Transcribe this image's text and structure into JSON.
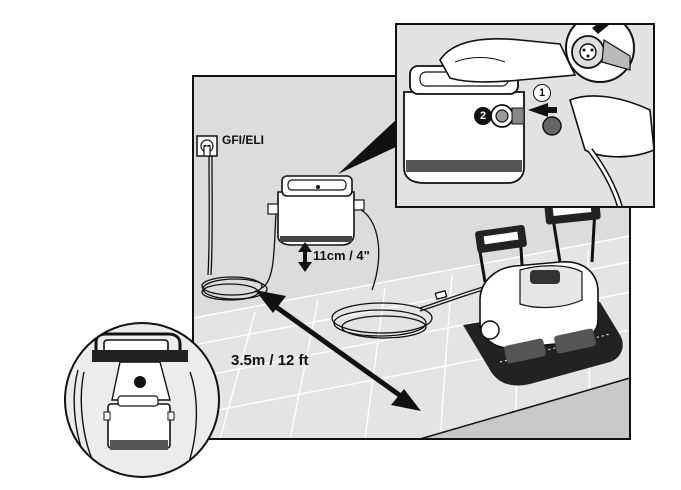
{
  "labels": {
    "outlet": "GFI/ELI",
    "height": "11cm / 4\"",
    "distance": "3.5m / 12 ft",
    "step_1": "①",
    "step_2": "2"
  },
  "colors": {
    "scene_background": "#dcdcdc",
    "tiles": "#f1f1f1",
    "line": "#111111",
    "white": "#ffffff"
  },
  "icons": [
    "power-outlet-icon",
    "double-arrow-icon",
    "vertical-arrow-icon",
    "plug-connector-icon"
  ]
}
